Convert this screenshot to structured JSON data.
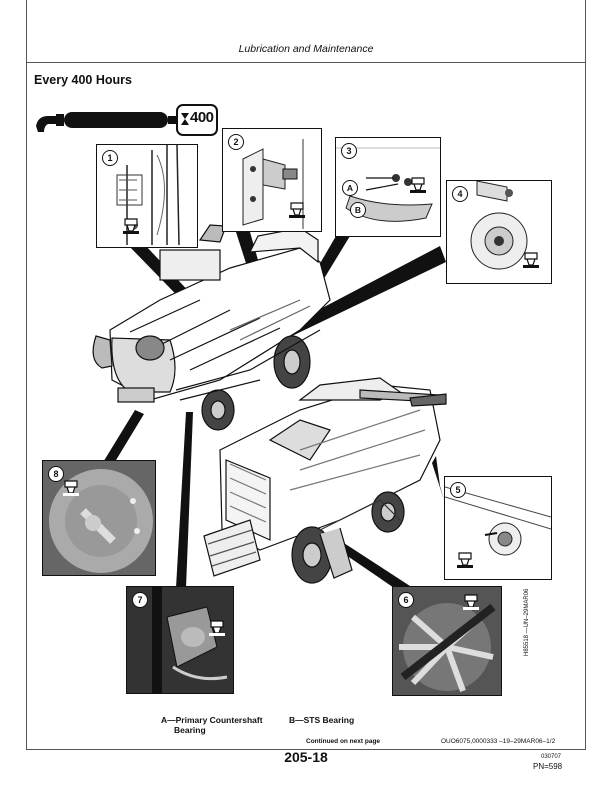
{
  "header": {
    "title": "Lubrication and Maintenance"
  },
  "section": {
    "title": "Every 400 Hours"
  },
  "interval_badge": "400",
  "callouts": [
    "1",
    "2",
    "3",
    "4",
    "5",
    "6",
    "7",
    "8"
  ],
  "detail_labels": {
    "a": "A",
    "b": "B"
  },
  "side_code": "H85518 —UN–29MAR06",
  "captions": {
    "a": "A—Primary Countershaft",
    "a2": "Bearing",
    "b": "B—STS Bearing"
  },
  "footer": {
    "continued": "Continued on next page",
    "ref": "OUO6075,0000333  –19–29MAR06–1/2",
    "page": "205-18",
    "code": "030707",
    "pn": "PN=598"
  }
}
